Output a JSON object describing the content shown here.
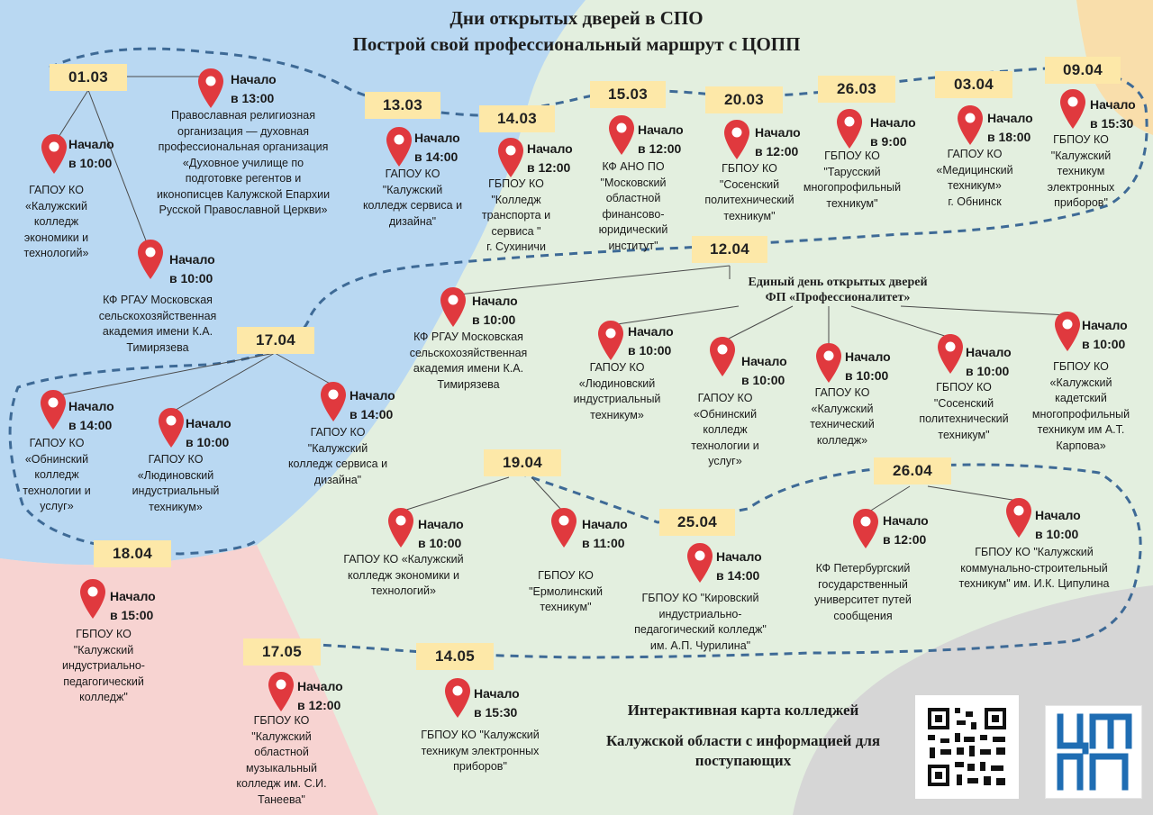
{
  "header": {
    "title_line1": "Дни открытых дверей в СПО",
    "title_line2": "Построй свой профессиональный маршрут с ЦОПП"
  },
  "colors": {
    "pin": "#e0393e",
    "date_bg": "#fde8a8",
    "route": "#3e6a96",
    "bg_blue": "#b9d8f2",
    "bg_green": "#e3efdf",
    "bg_pink": "#f7d3d1",
    "bg_gray": "#d6d6d6",
    "bg_yellow": "#f9deab"
  },
  "dates": [
    {
      "id": "d0103",
      "label": "01.03"
    },
    {
      "id": "d1303",
      "label": "13.03"
    },
    {
      "id": "d1403",
      "label": "14.03"
    },
    {
      "id": "d1503",
      "label": "15.03"
    },
    {
      "id": "d2003",
      "label": "20.03"
    },
    {
      "id": "d2603",
      "label": "26.03"
    },
    {
      "id": "d0304",
      "label": "03.04"
    },
    {
      "id": "d0904",
      "label": "09.04"
    },
    {
      "id": "d1204",
      "label": "12.04"
    },
    {
      "id": "d1704",
      "label": "17.04"
    },
    {
      "id": "d1804",
      "label": "18.04"
    },
    {
      "id": "d1904",
      "label": "19.04"
    },
    {
      "id": "d2504",
      "label": "25.04"
    },
    {
      "id": "d2604",
      "label": "26.04"
    },
    {
      "id": "d1705",
      "label": "17.05"
    },
    {
      "id": "d1405",
      "label": "14.05"
    }
  ],
  "special_event": {
    "line1": "Единый день открытых дверей",
    "line2": "ФП «Профессионалитет»"
  },
  "events": [
    {
      "start_label": "Начало",
      "time": "в 10:00",
      "name": "ГАПОУ КО\n«Калужский\nколледж\nэкономики и\nтехнологий»"
    },
    {
      "start_label": "Начало",
      "time": "в 13:00",
      "name": "Православная религиозная\nорганизация — духовная\nпрофессиональная организация\n«Духовное училище по\nподготовке регентов и\nиконописцев   Калужской Епархии\nРусской Православной Церкви»"
    },
    {
      "start_label": "Начало",
      "time": "в 10:00",
      "name": "КФ РГАУ Московская\nсельскохозяйственная\nакадемия имени К.А.\nТимирязева"
    },
    {
      "start_label": "Начало",
      "time": "в 14:00",
      "name": "ГАПОУ КО\n\"Калужский\nколледж сервиса и\nдизайна\""
    },
    {
      "start_label": "Начало",
      "time": "в 12:00",
      "name": "ГБПОУ КО\n\"Колледж\nтранспорта и\nсервиса \"\nг. Сухиничи"
    },
    {
      "start_label": "Начало",
      "time": "в 12:00",
      "name": "КФ АНО ПО\n\"Московский\nобластной\nфинансово-\nюридический\nинститут\""
    },
    {
      "start_label": "Начало",
      "time": "в 12:00",
      "name": "ГБПОУ КО\n\"Сосенский\nполитехнический\nтехникум\""
    },
    {
      "start_label": "Начало",
      "time": "в 9:00",
      "name": "ГБПОУ КО\n\"Тарусский\nмногопрофильный\nтехникум\""
    },
    {
      "start_label": "Начало",
      "time": "в 18:00",
      "name": "ГАПОУ КО\n«Медицинский\nтехникум»\nг. Обнинск"
    },
    {
      "start_label": "Начало",
      "time": "в 15:30",
      "name": "ГБПОУ КО\n\"Калужский\nтехникум\nэлектронных\nприборов\""
    },
    {
      "start_label": "Начало",
      "time": "в 10:00",
      "name": "КФ РГАУ Московская\nсельскохозяйственная\nакадемия имени К.А.\nТимирязева"
    },
    {
      "start_label": "Начало",
      "time": "в 10:00",
      "name": "ГАПОУ КО\n«Людиновский\nиндустриальный\nтехникум»"
    },
    {
      "start_label": "Начало",
      "time": "в 10:00",
      "name": "ГАПОУ КО\n«Обнинский\nколледж\nтехнологии и\nуслуг»"
    },
    {
      "start_label": "Начало",
      "time": "в 10:00",
      "name": "ГАПОУ КО\n«Калужский\nтехнический\nколледж»"
    },
    {
      "start_label": "Начало",
      "time": "в 10:00",
      "name": "ГБПОУ КО\n\"Сосенский\nполитехнический\nтехникум\""
    },
    {
      "start_label": "Начало",
      "time": "в 10:00",
      "name": "ГБПОУ КО\n«Калужский\nкадетский\nмногопрофильный\nтехникум им А.Т.\nКарпова»"
    },
    {
      "start_label": "Начало",
      "time": "в 14:00",
      "name": "ГАПОУ КО\n«Обнинский\nколледж\nтехнологии и\nуслуг»"
    },
    {
      "start_label": "Начало",
      "time": "в 10:00",
      "name": "ГАПОУ КО\n«Людиновский\nиндустриальный\nтехникум»"
    },
    {
      "start_label": "Начало",
      "time": "в 14:00",
      "name": "ГАПОУ КО\n\"Калужский\nколледж сервиса и\nдизайна\""
    },
    {
      "start_label": "Начало",
      "time": "в 15:00",
      "name": "ГБПОУ КО\n\"Калужский\nиндустриально-\nпедагогический\nколледж\""
    },
    {
      "start_label": "Начало",
      "time": "в 10:00",
      "name": "ГАПОУ КО «Калужский\nколледж экономики и\nтехнологий»"
    },
    {
      "start_label": "Начало",
      "time": "в 11:00",
      "name": "ГБПОУ КО\n\"Ермолинский\nтехникум\""
    },
    {
      "start_label": "Начало",
      "time": "в 14:00",
      "name": "ГБПОУ КО \"Кировский\nиндустриально-\nпедагогический колледж\"\nим. А.П. Чурилина\""
    },
    {
      "start_label": "Начало",
      "time": "в 12:00",
      "name": "КФ Петербургский\nгосударственный\nуниверситет путей\nсообщения"
    },
    {
      "start_label": "Начало",
      "time": "в 10:00",
      "name": "ГБПОУ КО \"Калужский\nкоммунально-строительный\nтехникум\" им. И.К. Ципулина"
    },
    {
      "start_label": "Начало",
      "time": "в 12:00",
      "name": "ГБПОУ КО\n\"Калужский\nобластной\nмузыкальный\nколледж им. С.И.\nТанеева\""
    },
    {
      "start_label": "Начало",
      "time": "в 15:30",
      "name": "ГБПОУ КО \"Калужский\nтехникум электронных\nприборов\""
    }
  ],
  "footer": {
    "line1": "Интерактивная карта колледжей",
    "line2": "Калужской области с информацией для",
    "line3": "поступающих"
  },
  "qr": {
    "icon": "qr-code-icon"
  },
  "logo": {
    "icon": "copp-logo-icon",
    "text": "ЦОПП"
  }
}
